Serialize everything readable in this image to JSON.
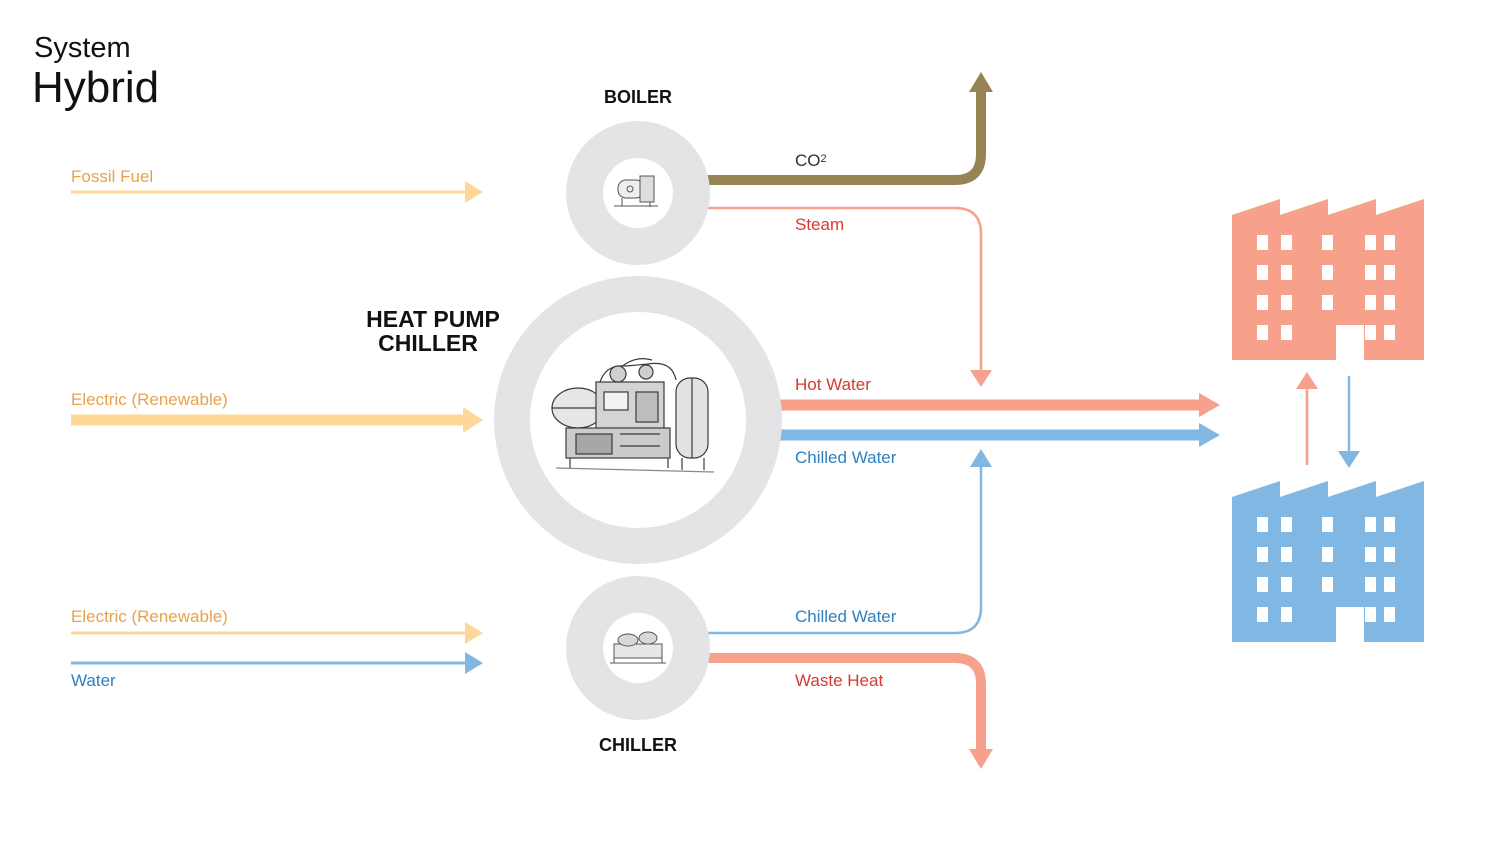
{
  "title": {
    "line1": "System",
    "line2": "Hybrid"
  },
  "nodes": {
    "boiler": {
      "label": "BOILER",
      "icon": "boiler-icon"
    },
    "heat_pump": {
      "label_line1": "HEAT PUMP",
      "label_line2": "CHILLER",
      "icon": "heat-pump-chiller-icon"
    },
    "chiller": {
      "label": "CHILLER",
      "icon": "chiller-icon"
    }
  },
  "inputs": {
    "boiler_fuel": "Fossil Fuel",
    "heat_pump_electric": "Electric (Renewable)",
    "chiller_electric": "Electric (Renewable)",
    "chiller_water": "Water"
  },
  "outputs": {
    "co2_base": "CO",
    "co2_sub": "2",
    "steam": "Steam",
    "hot_water": "Hot Water",
    "chilled_water_main": "Chilled Water",
    "chilled_water_chiller": "Chilled Water",
    "waste_heat": "Waste Heat"
  },
  "colors": {
    "fuel": "#fdd797",
    "co2": "#978454",
    "heat": "#f7a08b",
    "chilled": "#80b7e3",
    "ring": "#e4e4e6",
    "building_hot": "#f7a08b",
    "building_cold": "#80b7e3"
  }
}
